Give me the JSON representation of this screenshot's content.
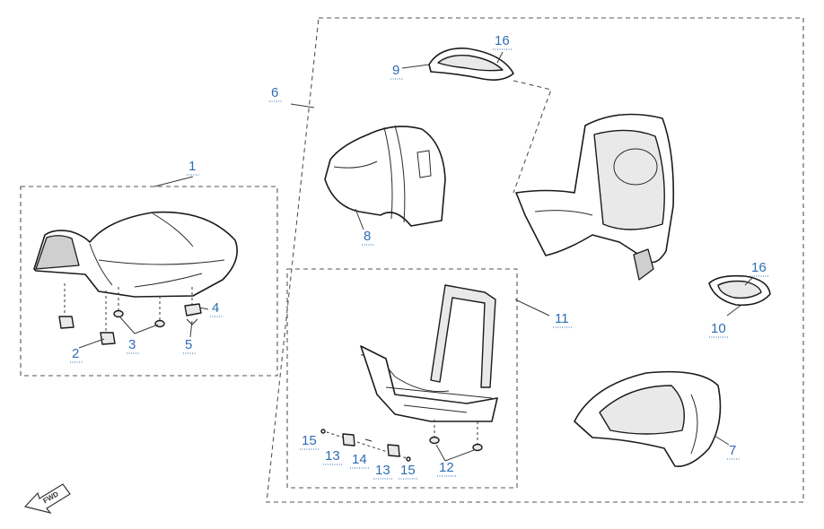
{
  "diagram": {
    "callouts": {
      "c1": "1",
      "c2": "2",
      "c3": "3",
      "c4": "4",
      "c5": "5",
      "c6": "6",
      "c7": "7",
      "c8": "8",
      "c9": "9",
      "c10": "10",
      "c11": "11",
      "c12": "12",
      "c13a": "13",
      "c13b": "13",
      "c14": "14",
      "c15a": "15",
      "c15b": "15",
      "c16a": "16",
      "c16b": "16"
    },
    "direction_label": "FWD",
    "callout_color": "#2f6db5"
  }
}
